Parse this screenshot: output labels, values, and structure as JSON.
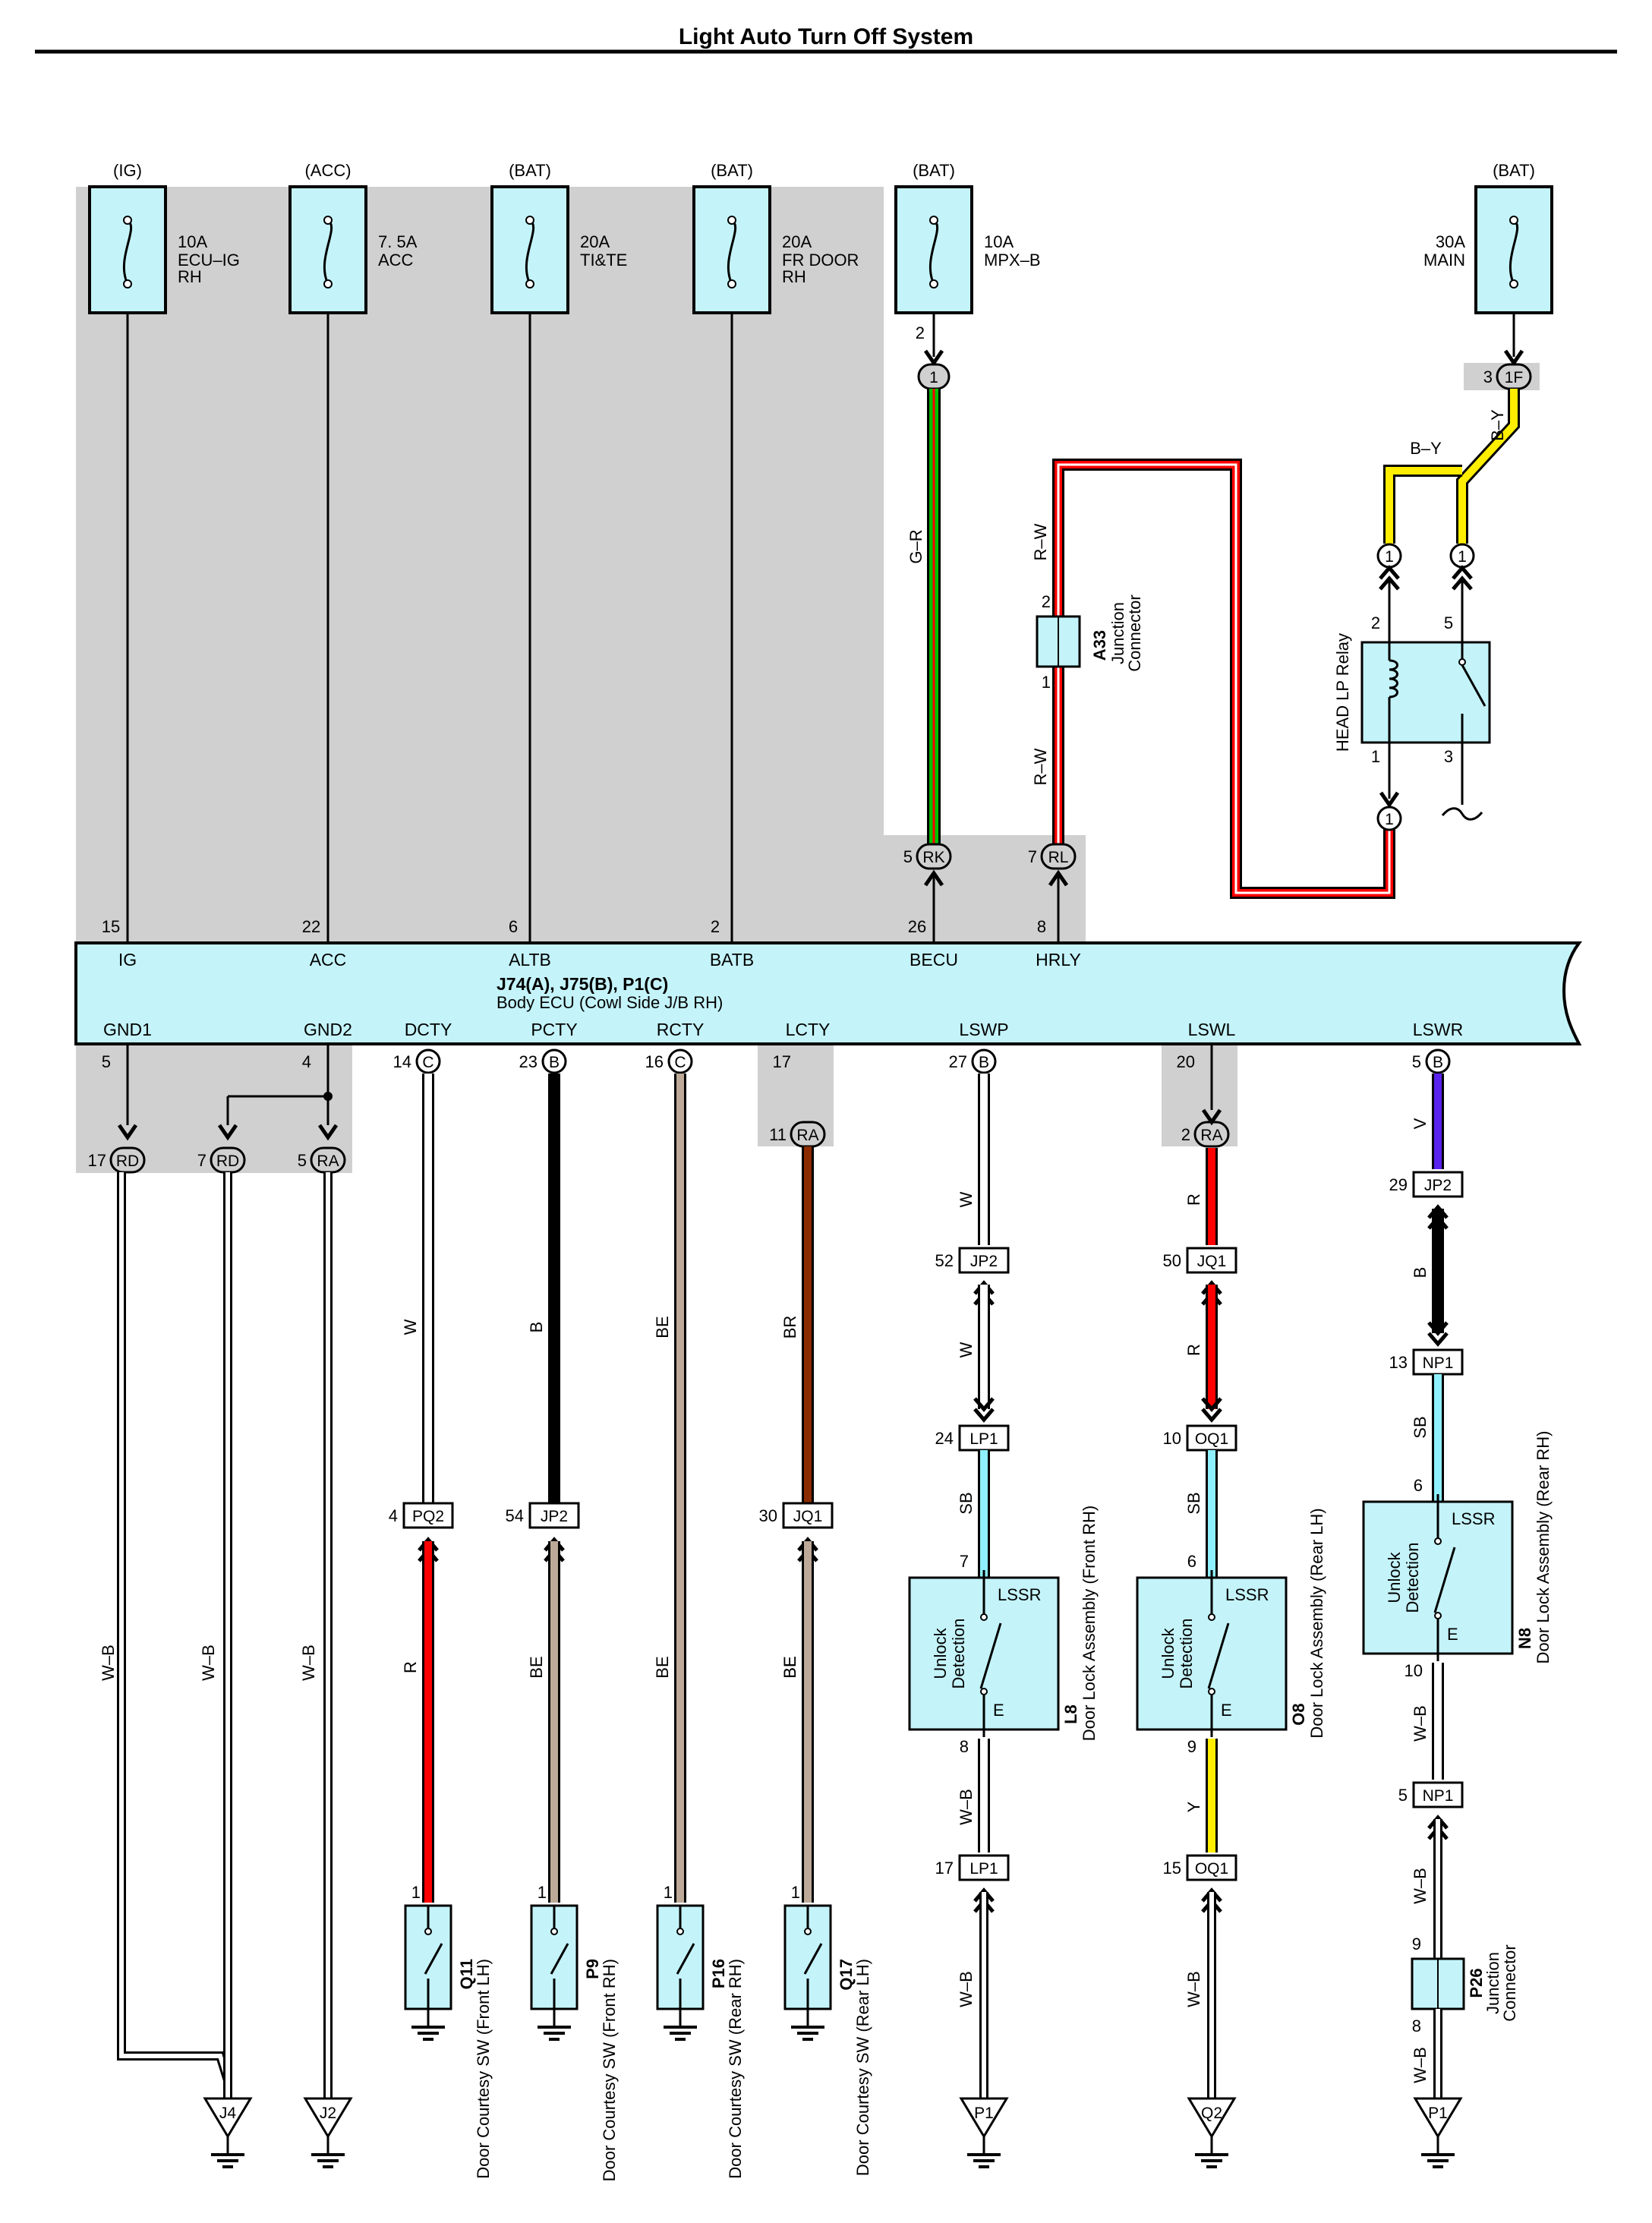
{
  "title": "Light Auto Turn Off System",
  "fuses": [
    {
      "source": "(IG)",
      "rating": "10A",
      "name": [
        "ECU–IG",
        "RH"
      ]
    },
    {
      "source": "(ACC)",
      "rating": "7. 5A",
      "name": [
        "ACC"
      ]
    },
    {
      "source": "(BAT)",
      "rating": "20A",
      "name": [
        "TI&TE"
      ]
    },
    {
      "source": "(BAT)",
      "rating": "20A",
      "name": [
        "FR DOOR",
        "RH"
      ]
    },
    {
      "source": "(BAT)",
      "rating": "10A",
      "name": [
        "MPX–B"
      ]
    },
    {
      "source": "(BAT)",
      "rating": "30A",
      "name": [
        "MAIN"
      ]
    }
  ],
  "ecu": {
    "top_pins": [
      {
        "num": "15",
        "name": "IG"
      },
      {
        "num": "22",
        "name": "ACC"
      },
      {
        "num": "6",
        "name": "ALTB"
      },
      {
        "num": "2",
        "name": "BATB"
      },
      {
        "num": "26",
        "name": "BECU"
      },
      {
        "num": "8",
        "name": "HRLY"
      }
    ],
    "codes": "J74(A), J75(B), P1(C)",
    "name": "Body ECU (Cowl Side J/B RH)",
    "bottom_pins": [
      {
        "num": "5",
        "name": "GND1",
        "conn": ""
      },
      {
        "num": "4",
        "name": "GND2",
        "conn": ""
      },
      {
        "num": "14",
        "name": "DCTY",
        "conn": "C"
      },
      {
        "num": "23",
        "name": "PCTY",
        "conn": "B"
      },
      {
        "num": "16",
        "name": "RCTY",
        "conn": "C"
      },
      {
        "num": "17",
        "name": "LCTY",
        "conn": ""
      },
      {
        "num": "27",
        "name": "LSWP",
        "conn": "B"
      },
      {
        "num": "20",
        "name": "LSWL",
        "conn": ""
      },
      {
        "num": "5",
        "name": "LSWR",
        "conn": "B"
      }
    ]
  },
  "top_junctions": {
    "mpx_pin": "2",
    "mpx_conn": "1",
    "rk_pin": "5",
    "rk": "RK",
    "rl_pin": "7",
    "rl": "RL",
    "main_pin": "3",
    "main_conn": "1F",
    "relay_in1": "1",
    "relay_in2": "1",
    "relay_out": "1"
  },
  "relay": {
    "name": "HEAD LP Relay",
    "pins": [
      "2",
      "5",
      "1",
      "3"
    ]
  },
  "a33": {
    "code": "A33",
    "name": [
      "Junction",
      "Connector"
    ],
    "pin_top": "2",
    "pin_bottom": "1"
  },
  "wire_colors": {
    "gr": "G–R",
    "rw": "R–W",
    "by": "B–Y",
    "w": "W",
    "b": "B",
    "be": "BE",
    "br": "BR",
    "r": "R",
    "sb": "SB",
    "v": "V",
    "y": "Y",
    "wb": "W–B"
  },
  "jb_connectors": [
    {
      "pin": "17",
      "name": "RD"
    },
    {
      "pin": "7",
      "name": "RD"
    },
    {
      "pin": "5",
      "name": "RA"
    },
    {
      "pin": "11",
      "name": "RA"
    },
    {
      "pin": "2",
      "name": "RA"
    }
  ],
  "inline_connectors": [
    {
      "pin": "4",
      "name": "PQ2"
    },
    {
      "pin": "54",
      "name": "JP2"
    },
    {
      "pin": "30",
      "name": "JQ1"
    },
    {
      "pin": "52",
      "name": "JP2"
    },
    {
      "pin": "24",
      "name": "LP1"
    },
    {
      "pin": "50",
      "name": "JQ1"
    },
    {
      "pin": "10",
      "name": "OQ1"
    },
    {
      "pin": "29",
      "name": "JP2"
    },
    {
      "pin": "13",
      "name": "NP1"
    },
    {
      "pin": "17",
      "name": "LP1"
    },
    {
      "pin": "15",
      "name": "OQ1"
    },
    {
      "pin": "5",
      "name": "NP1"
    }
  ],
  "switches": [
    {
      "code": "Q11",
      "name": "Door Courtesy SW (Front LH)",
      "pin": "1"
    },
    {
      "code": "P9",
      "name": "Door Courtesy SW (Front RH)",
      "pin": "1"
    },
    {
      "code": "P16",
      "name": "Door Courtesy SW (Rear RH)",
      "pin": "1"
    },
    {
      "code": "Q17",
      "name": "Door Courtesy SW (Rear LH)",
      "pin": "1"
    }
  ],
  "door_locks": [
    {
      "code": "L8",
      "name": "Door Lock Assembly (Front RH)",
      "pin_in": "7",
      "pin_out": "8",
      "sw": "LSSR",
      "det1": "Unlock",
      "det2": "Detection",
      "gnd": "E"
    },
    {
      "code": "O8",
      "name": "Door Lock Assembly (Rear LH)",
      "pin_in": "6",
      "pin_out": "9",
      "sw": "LSSR",
      "det1": "Unlock",
      "det2": "Detection",
      "gnd": "E"
    },
    {
      "code": "N8",
      "name": "Door Lock Assembly (Rear RH)",
      "pin_in": "6",
      "pin_out": "10",
      "sw": "LSSR",
      "det1": "Unlock",
      "det2": "Detection",
      "gnd": "E"
    }
  ],
  "p26": {
    "code": "P26",
    "name": [
      "Junction",
      "Connector"
    ],
    "pin_top": "9",
    "pin_bottom": "8"
  },
  "grounds": [
    "J4",
    "J2",
    "P1",
    "Q2",
    "P1"
  ],
  "colors": {
    "shade": "#d0d0d0",
    "comp": "#c4f4fa",
    "red": "#ff0000",
    "green": "#00c000",
    "yellow": "#ffee00",
    "brown": "#8b2c00",
    "beige": "#bca998",
    "sky": "#8ff0ff",
    "violet": "#5a22ee"
  }
}
